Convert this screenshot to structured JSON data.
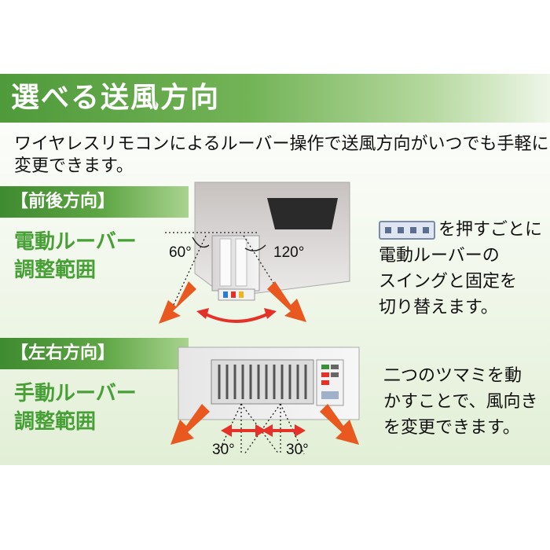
{
  "title": "選べる送風方向",
  "intro": {
    "line1": "ワイヤレスリモコンによるルーバー操作で送風方向がいつでも手軽に",
    "line2": "変更できます。"
  },
  "front_back": {
    "tag": "【前後方向】",
    "label_line1": "電動ルーバー",
    "label_line2": "調整範囲",
    "angle_left": "60°",
    "angle_right": "120°",
    "description": [
      "を押すごとに",
      "電動ルーバーの",
      "スイングと固定を",
      "切り替えます。"
    ],
    "button_icon": "remote-louver-button-icon"
  },
  "left_right": {
    "tag": "【左右方向】",
    "label_line1": "手動ルーバー",
    "label_line2": "調整範囲",
    "angle_left": "30°",
    "angle_right": "30°",
    "description": [
      "二つのツマミを動",
      "かすことで、風向き",
      "を変更できます。"
    ]
  },
  "colors": {
    "accent_green": "#47a036",
    "arrow_orange": "#e8581f",
    "arrow_red": "#e53128"
  }
}
